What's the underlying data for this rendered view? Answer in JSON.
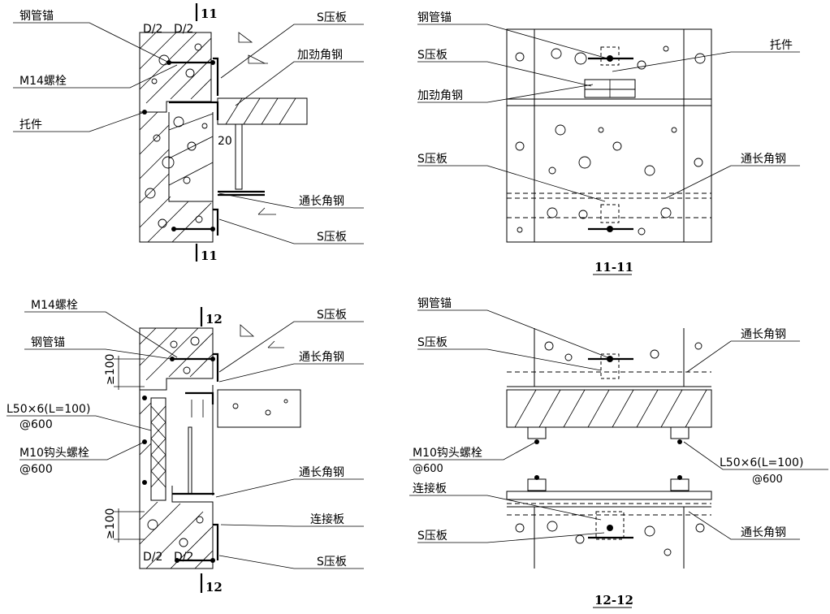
{
  "drawings": {
    "d1": {
      "labels": [
        "钢管锚",
        "M14螺栓",
        "托件",
        "S压板",
        "加劲角钢",
        "通长角钢",
        "S压板"
      ],
      "dims": [
        "D/2",
        "D/2",
        "20"
      ],
      "cut_top": "11",
      "cut_bottom": "11"
    },
    "d2": {
      "labels": [
        "钢管锚",
        "S压板",
        "加劲角钢",
        "托件",
        "S压板",
        "通长角钢"
      ],
      "section_title": "11-11"
    },
    "d3": {
      "labels": [
        "M14螺栓",
        "钢管锚",
        "L50×6(L=100)",
        "@600",
        "M10钩头螺栓",
        "@600",
        "S压板",
        "通长角钢",
        "通长角钢",
        "连接板",
        "S压板"
      ],
      "dims": [
        "≥100",
        "≥100",
        "D/2",
        "D/2"
      ],
      "cut_top": "12",
      "cut_bottom": "12"
    },
    "d4": {
      "labels": [
        "钢管锚",
        "S压板",
        "通长角钢",
        "M10钩头螺栓",
        "@600",
        "L50×6(L=100)",
        "@600",
        "连接板",
        "S压板",
        "通长角钢"
      ],
      "section_title": "12-12"
    }
  }
}
